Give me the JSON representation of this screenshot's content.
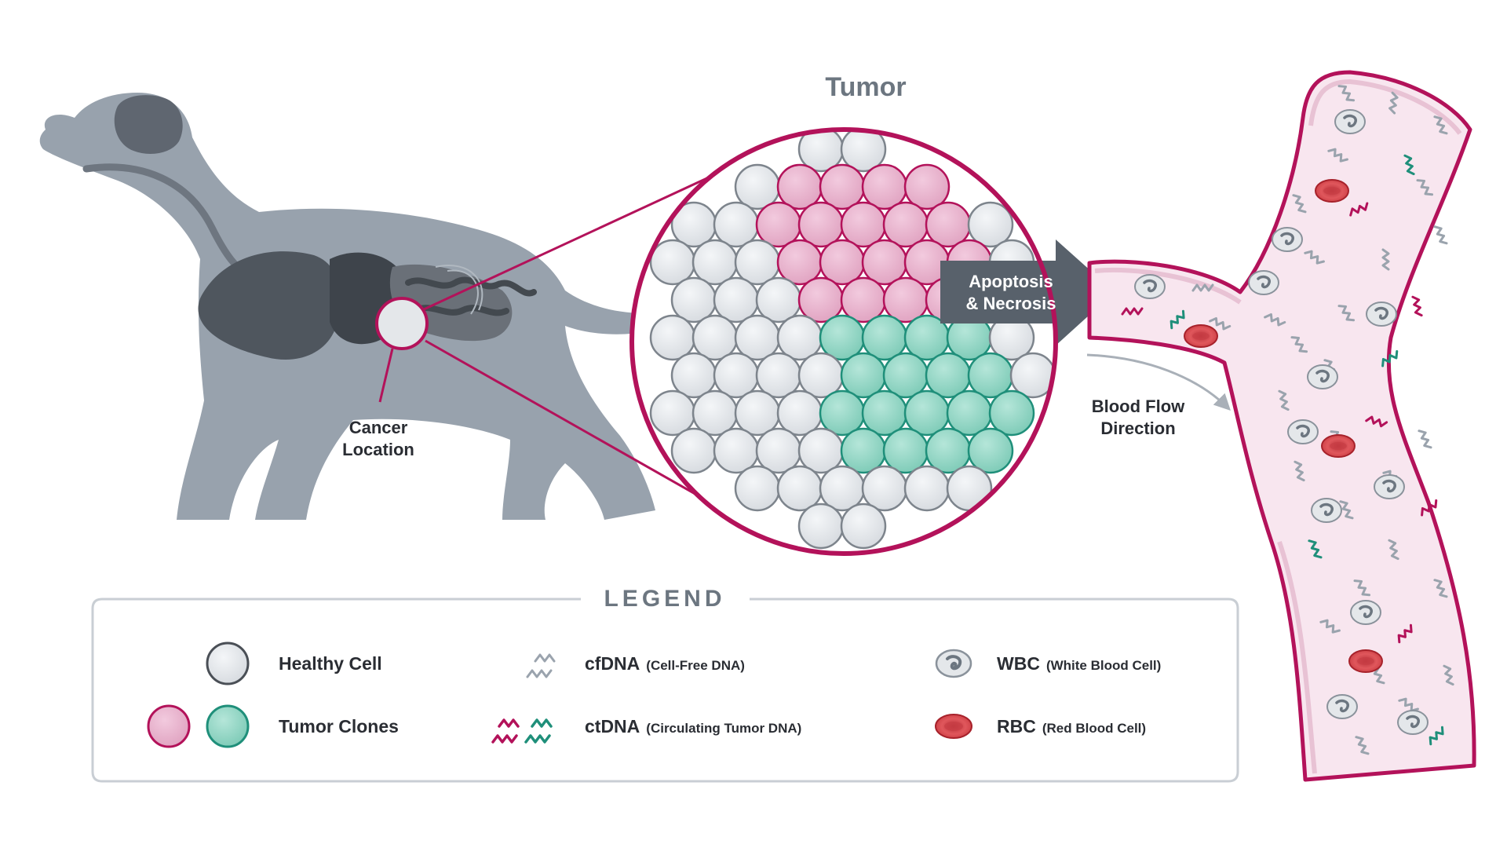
{
  "diagram": {
    "title": "Tumor",
    "cancer_location_label": [
      "Cancer",
      "Location"
    ],
    "apoptosis_label": [
      "Apoptosis",
      "& Necrosis"
    ],
    "blood_flow_label": [
      "Blood Flow",
      "Direction"
    ]
  },
  "legend": {
    "title": "LEGEND",
    "items": {
      "healthy": {
        "name": "Healthy Cell",
        "detail": ""
      },
      "tumor": {
        "name": "Tumor Clones",
        "detail": ""
      },
      "cfdna": {
        "name": "cfDNA",
        "detail": "(Cell-Free DNA)"
      },
      "ctdna": {
        "name": "ctDNA",
        "detail": "(Circulating Tumor DNA)"
      },
      "wbc": {
        "name": "WBC",
        "detail": "(White Blood Cell)"
      },
      "rbc": {
        "name": "RBC",
        "detail": "(Red Blood Cell)"
      }
    }
  },
  "colors": {
    "magenta": "#b3125a",
    "pink_cell": "#e8b1cb",
    "teal_cell": "#8fd5c3",
    "healthy_cell": "#e4e7ea",
    "dog_gray": "#98a2ad",
    "organ_dark": "#5a6068",
    "vessel_fill": "#f8e6ef",
    "text_dark": "#2a2d33",
    "title_gray": "#6c7680"
  },
  "icons": [
    "dog-silhouette",
    "magnifier-circle",
    "arrow-right",
    "blood-vessel",
    "white-blood-cell-icon",
    "red-blood-cell-icon",
    "dna-fragment-icon"
  ]
}
